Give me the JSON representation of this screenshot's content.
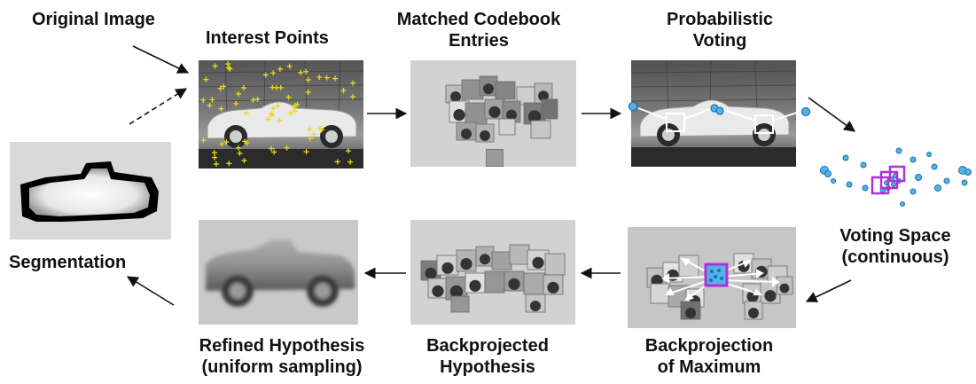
{
  "labels": {
    "original_image": "Original Image",
    "interest_points": "Interest Points",
    "matched_codebook_l1": "Matched Codebook",
    "matched_codebook_l2": "Entries",
    "probabilistic_voting_l1": "Probabilistic",
    "probabilistic_voting_l2": "Voting",
    "voting_space_l1": "Voting Space",
    "voting_space_l2": "(continuous)",
    "segmentation": "Segmentation",
    "refined_hypothesis_l1": "Refined Hypothesis",
    "refined_hypothesis_l2": "(uniform sampling)",
    "backprojected_hypothesis_l1": "Backprojected",
    "backprojected_hypothesis_l2": "Hypothesis",
    "backprojection_max_l1": "Backprojection",
    "backprojection_max_l2": "of Maximum"
  },
  "colors": {
    "text": "#111111",
    "arrow": "#111111",
    "vote_fill": "#4fb3ea",
    "vote_stroke": "#1e6fb0",
    "maximum_box": "#b030d8",
    "keypoint": "#e8d81a",
    "panel_gray": "#cfcfcf"
  }
}
